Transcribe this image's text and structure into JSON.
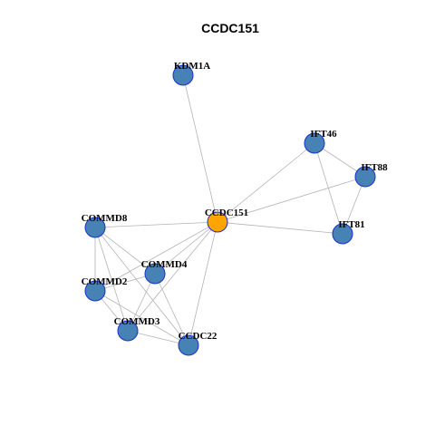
{
  "title": "CCDC151",
  "colors": {
    "center_node": "#ffa500",
    "neighbor_node": "#4682b4",
    "node_border": "#1a2fcf",
    "edge": "#b3b3b3"
  },
  "graph": {
    "center": "CCDC151",
    "nodes": [
      "CCDC151",
      "KDM1A",
      "IFT46",
      "IFT88",
      "IFT81",
      "COMMD8",
      "COMMD4",
      "COMMD2",
      "COMMD3",
      "CCDC22"
    ],
    "edges": [
      [
        "KDM1A",
        "CCDC151"
      ],
      [
        "IFT46",
        "CCDC151"
      ],
      [
        "IFT46",
        "IFT88"
      ],
      [
        "IFT46",
        "IFT81"
      ],
      [
        "IFT88",
        "IFT81"
      ],
      [
        "IFT88",
        "CCDC151"
      ],
      [
        "IFT81",
        "CCDC151"
      ],
      [
        "COMMD8",
        "CCDC151"
      ],
      [
        "COMMD4",
        "CCDC151"
      ],
      [
        "COMMD2",
        "CCDC151"
      ],
      [
        "COMMD3",
        "CCDC151"
      ],
      [
        "CCDC22",
        "CCDC151"
      ],
      [
        "COMMD8",
        "COMMD4"
      ],
      [
        "COMMD8",
        "COMMD2"
      ],
      [
        "COMMD8",
        "COMMD3"
      ],
      [
        "COMMD8",
        "CCDC22"
      ],
      [
        "COMMD4",
        "COMMD2"
      ],
      [
        "COMMD4",
        "COMMD3"
      ],
      [
        "COMMD4",
        "CCDC22"
      ],
      [
        "COMMD2",
        "COMMD3"
      ],
      [
        "COMMD2",
        "CCDC22"
      ],
      [
        "COMMD3",
        "CCDC22"
      ]
    ]
  }
}
